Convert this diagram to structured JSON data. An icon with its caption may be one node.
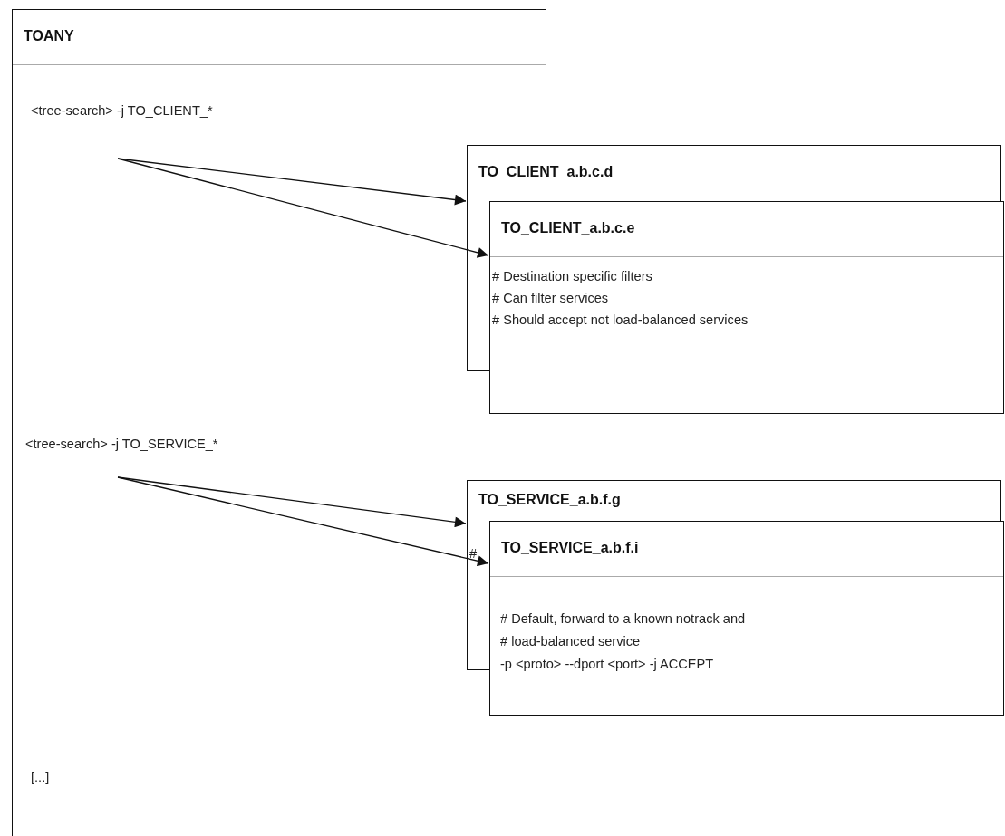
{
  "diagram": {
    "nodes": [
      {
        "text": [
          "TOANY",
          "<tree-search> -j TO_CLIENT_*",
          "<tree-search> -j TO_SERVICE_*",
          "[...]"
        ]
      },
      {
        "text": [
          "TO_CLIENT_a.b.c.d"
        ]
      },
      {
        "text": [
          "TO_CLIENT_a.b.c.e",
          "# Destination specific filters",
          "# Can filter services",
          "# Should accept not load-balanced services"
        ]
      },
      {
        "text": [
          "TO_SERVICE_a.b.f.g"
        ]
      },
      {
        "text": [
          "TO_SERVICE_a.b.f.i",
          "# Default, forward to a known notrack and",
          "# load-balanced service",
          "-p <proto> --dport <port> -j ACCEPT"
        ]
      }
    ],
    "edges": [
      {
        "from": 0,
        "to": 1,
        "arrow": "to"
      },
      {
        "from": 0,
        "to": 2,
        "arrow": "to"
      },
      {
        "from": 0,
        "to": 3,
        "arrow": "to"
      },
      {
        "from": 0,
        "to": 4,
        "arrow": "to"
      }
    ],
    "labels": [
      "#"
    ]
  }
}
